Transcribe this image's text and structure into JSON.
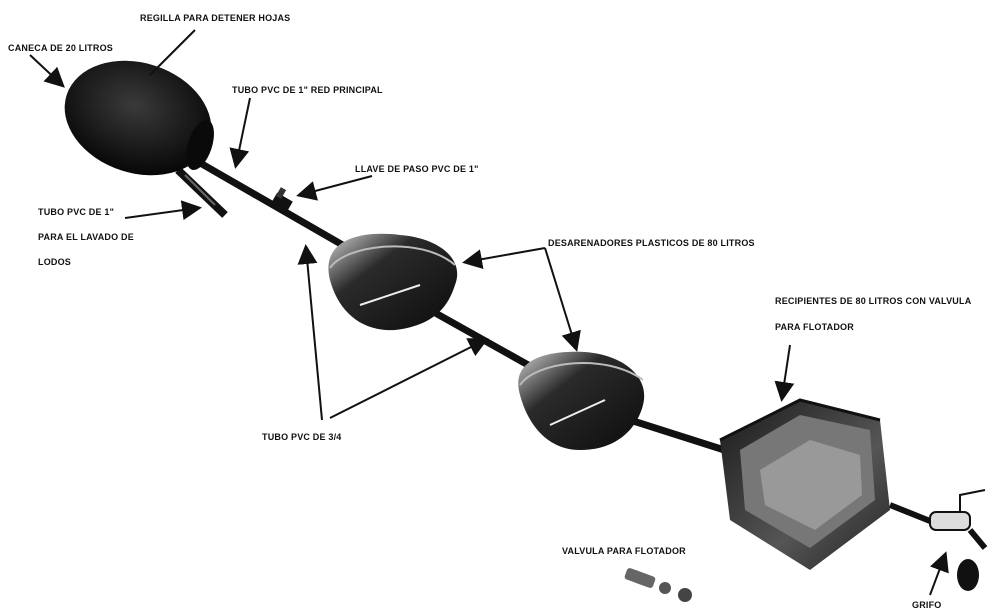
{
  "labels": {
    "caneca": "CANECA DE 20 LITROS",
    "regilla": "REGILLA PARA DETENER HOJAS",
    "tubo_principal": "TUBO PVC DE 1\" RED PRINCIPAL",
    "llave": "LLAVE DE PASO PVC DE 1\"",
    "tubo_lavado_1": "TUBO PVC DE 1\"",
    "tubo_lavado_2": "PARA EL LAVADO DE",
    "tubo_lavado_3": "LODOS",
    "desarenadores": "DESARENADORES PLASTICOS DE 80 LITROS",
    "recipientes_1": "RECIPIENTES DE 80 LITROS CON VALVULA",
    "recipientes_2": "PARA FLOTADOR",
    "tubo_34": "TUBO PVC DE 3/4",
    "valvula": "VALVULA PARA FLOTADOR",
    "grifo": "GRIFO"
  },
  "colors": {
    "ink": "#111111",
    "dark_fill": "#1a1a1a",
    "mid_fill": "#3a3a3a"
  }
}
